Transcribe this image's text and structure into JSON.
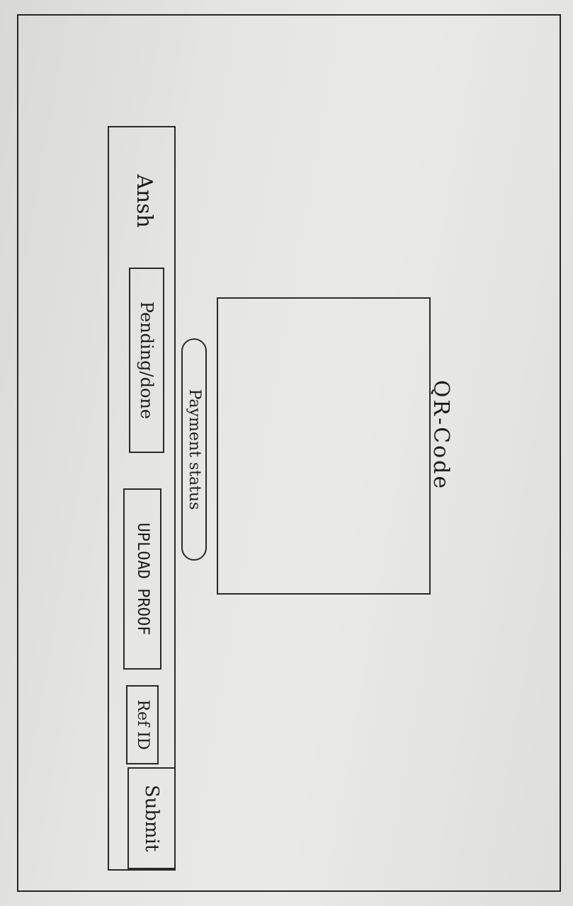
{
  "user": {
    "name": "Ansh"
  },
  "status": {
    "value": "Pending/done"
  },
  "payment": {
    "label": "Payment status"
  },
  "qr": {
    "label": "QR-Code"
  },
  "actions": {
    "upload_proof": "UPLOAD PROOF",
    "ref_id": "Ref ID",
    "submit": "Submit"
  }
}
